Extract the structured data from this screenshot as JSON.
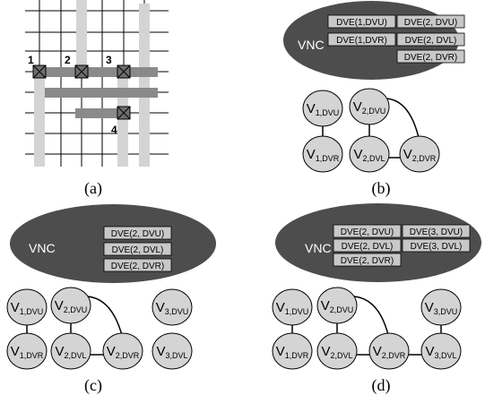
{
  "captions": [
    "(a)",
    "(b)",
    "(c)",
    "(d)"
  ],
  "vnc_label": "VNC",
  "grid_panel": {
    "pin_labels": [
      "1",
      "2",
      "3",
      "4"
    ]
  },
  "panels": [
    {
      "id": "b",
      "dve_entries": [
        "DVE(1,DVU)",
        "DVE(2, DVU)",
        "DVE(1,DVR)",
        "DVE(2, DVL)",
        "DVE(2, DVR)"
      ],
      "vertices": [
        {
          "main": "V",
          "sub": "1,DVU"
        },
        {
          "main": "V",
          "sub": "2,DVU"
        },
        {
          "main": "V",
          "sub": "1,DVR"
        },
        {
          "main": "V",
          "sub": "2,DVL"
        },
        {
          "main": "V",
          "sub": "2,DVR"
        }
      ]
    },
    {
      "id": "c",
      "dve_entries": [
        "DVE(2, DVU)",
        "DVE(2, DVL)",
        "DVE(2, DVR)"
      ],
      "vertices": [
        {
          "main": "V",
          "sub": "1,DVU"
        },
        {
          "main": "V",
          "sub": "2,DVU"
        },
        {
          "main": "V",
          "sub": "3,DVU"
        },
        {
          "main": "V",
          "sub": "1,DVR"
        },
        {
          "main": "V",
          "sub": "2,DVL"
        },
        {
          "main": "V",
          "sub": "2,DVR"
        },
        {
          "main": "V",
          "sub": "3,DVL"
        }
      ]
    },
    {
      "id": "d",
      "dve_entries": [
        "DVE(2, DVU)",
        "DVE(3, DVU)",
        "DVE(2, DVL)",
        "DVE(3, DVL)",
        "DVE(2, DVR)"
      ],
      "vertices": [
        {
          "main": "V",
          "sub": "1,DVU"
        },
        {
          "main": "V",
          "sub": "2,DVU"
        },
        {
          "main": "V",
          "sub": "3,DVU"
        },
        {
          "main": "V",
          "sub": "1,DVR"
        },
        {
          "main": "V",
          "sub": "2,DVL"
        },
        {
          "main": "V",
          "sub": "2,DVR"
        },
        {
          "main": "V",
          "sub": "3,DVL"
        }
      ]
    }
  ]
}
